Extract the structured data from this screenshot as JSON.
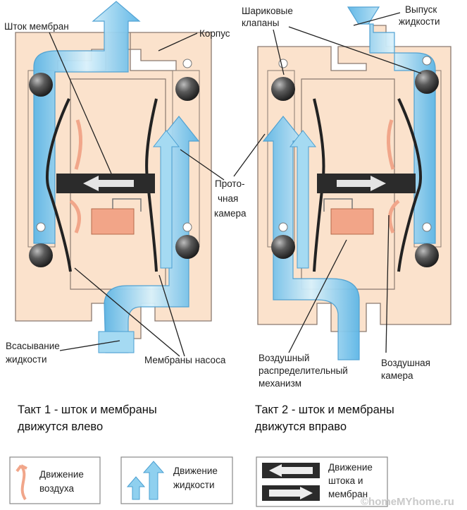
{
  "labels": {
    "stem": "Шток мембран",
    "body": "Корпус",
    "ball_valves": [
      "Шариковые",
      "клапаны"
    ],
    "outlet": [
      "Выпуск",
      "жидкости"
    ],
    "flow_chamber": [
      "Прото-",
      "чная",
      "камера"
    ],
    "suction": [
      "Всасывание",
      "жидкости"
    ],
    "pump_membranes": "Мембраны насоса",
    "air_distributor": [
      "Воздушный",
      "распределительный",
      "механизм"
    ],
    "air_chamber": [
      "Воздушная",
      "камера"
    ]
  },
  "captions": {
    "stroke1": [
      "Такт 1 - шток и мембраны",
      "движутся влево"
    ],
    "stroke2": [
      "Такт 2 - шток и мембраны",
      "движутся вправо"
    ]
  },
  "legend": {
    "air": [
      "Движение",
      "воздуха"
    ],
    "liquid": [
      "Движение",
      "жидкости"
    ],
    "stem": [
      "Движение",
      "штока и",
      "мембран"
    ]
  },
  "watermark": "©homeMYhome.ru",
  "colors": {
    "housing": "#fbe2cc",
    "housing_edge": "#8a7a70",
    "liquid": "#7fc8ec",
    "liquid_edge": "#4a9fd2",
    "air": "#f1a68a",
    "distributor": "#f2a588",
    "dark": "#2b2b2b"
  }
}
